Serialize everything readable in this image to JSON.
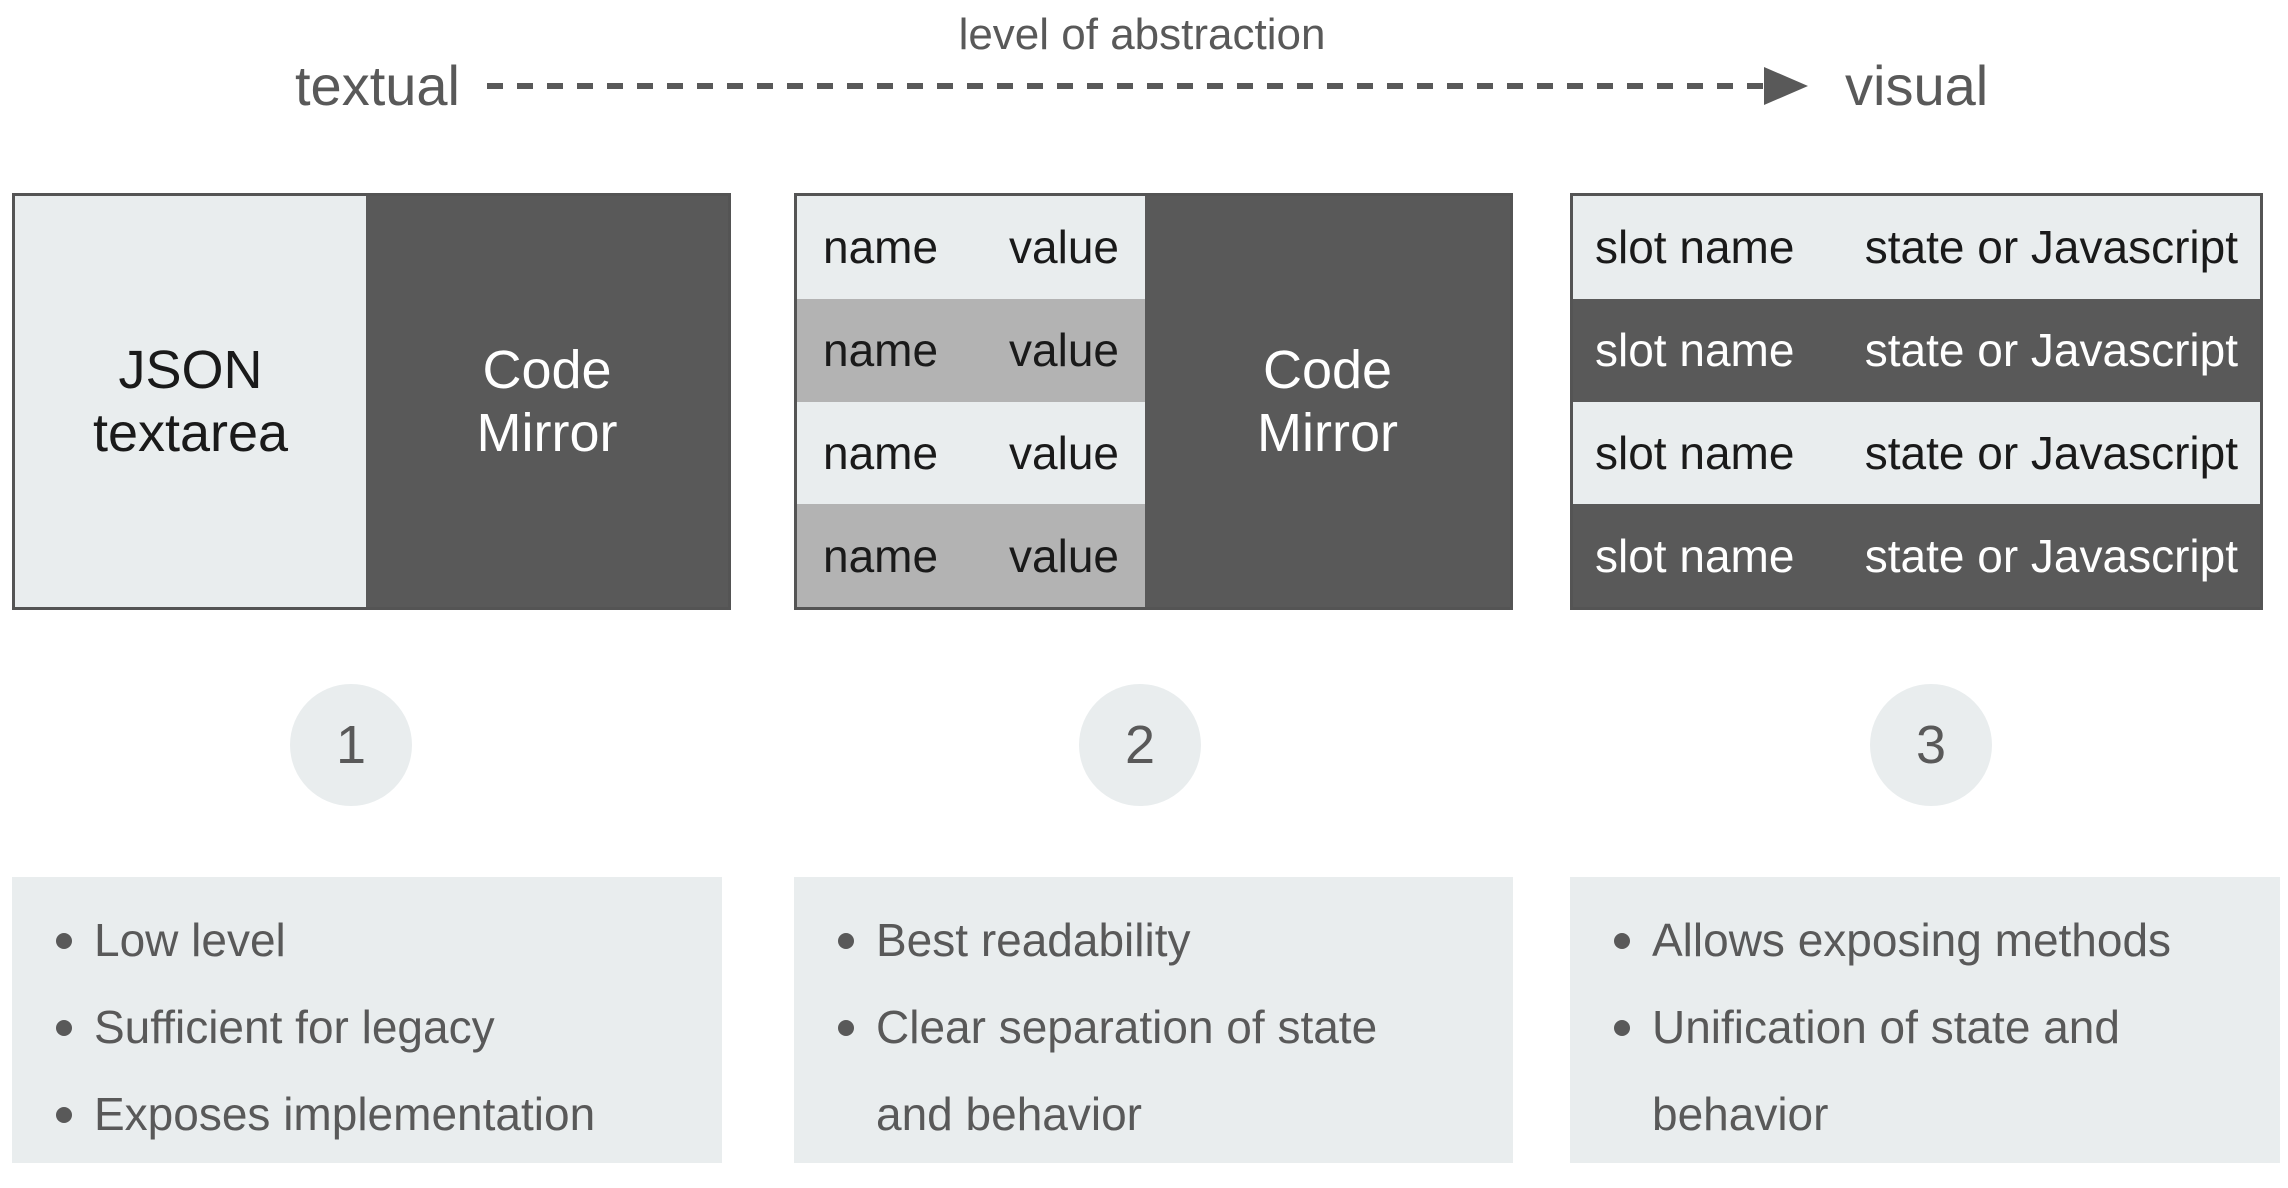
{
  "header": {
    "left_label": "textual",
    "arrow_label": "level of abstraction",
    "right_label": "visual"
  },
  "columns": [
    {
      "number": "1",
      "box": {
        "left_lines": [
          "JSON",
          "textarea"
        ],
        "right_lines": [
          "Code",
          "Mirror"
        ]
      },
      "notes": [
        {
          "lines": [
            "Low level"
          ]
        },
        {
          "lines": [
            "Sufficient for legacy"
          ]
        },
        {
          "lines": [
            "Exposes implementation"
          ]
        }
      ]
    },
    {
      "number": "2",
      "table_rows": [
        {
          "name": "name",
          "value": "value"
        },
        {
          "name": "name",
          "value": "value"
        },
        {
          "name": "name",
          "value": "value"
        },
        {
          "name": "name",
          "value": "value"
        }
      ],
      "right_lines": [
        "Code",
        "Mirror"
      ],
      "notes": [
        {
          "lines": [
            "Best readability"
          ]
        },
        {
          "lines": [
            "Clear separation of state",
            "and behavior"
          ]
        }
      ]
    },
    {
      "number": "3",
      "table_rows": [
        {
          "name": "slot name",
          "value": "state or Javascript"
        },
        {
          "name": "slot name",
          "value": "state or Javascript"
        },
        {
          "name": "slot name",
          "value": "state or Javascript"
        },
        {
          "name": "slot name",
          "value": "state or Javascript"
        }
      ],
      "notes": [
        {
          "lines": [
            "Allows exposing methods"
          ]
        },
        {
          "lines": [
            "Unification of state and",
            "behavior"
          ]
        }
      ]
    }
  ],
  "colors": {
    "dark_gray": "#595959",
    "medium_gray": "#b3b3b3",
    "light_gray": "#e9edee",
    "border": "#545454",
    "text_black": "#1a1a1a",
    "text_gray": "#595959",
    "white": "#ffffff"
  }
}
